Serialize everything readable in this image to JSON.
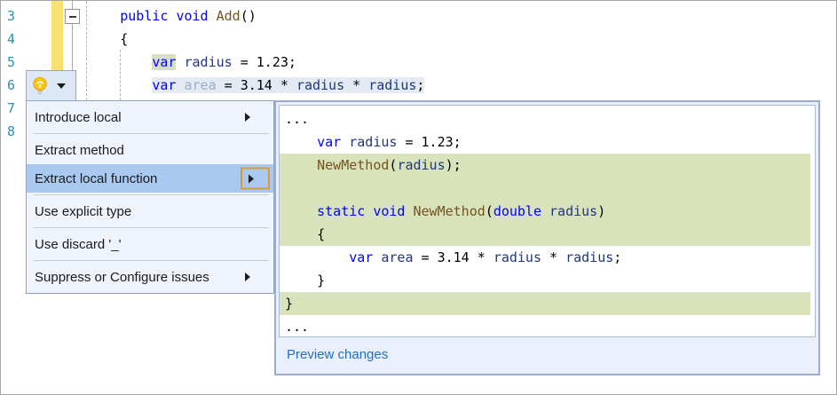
{
  "editor": {
    "line_numbers": [
      "3",
      "4",
      "5",
      "6",
      "7",
      "8"
    ],
    "lines": [
      {
        "tokens": [
          {
            "c": "ws",
            "t": "        "
          },
          {
            "c": "kw",
            "t": "public"
          },
          {
            "c": "pl",
            "t": " "
          },
          {
            "c": "kw",
            "t": "void"
          },
          {
            "c": "pl",
            "t": " "
          },
          {
            "c": "meth",
            "t": "Add"
          },
          {
            "c": "pl",
            "t": "()"
          }
        ]
      },
      {
        "tokens": [
          {
            "c": "ws",
            "t": "        "
          },
          {
            "c": "pl",
            "t": "{"
          }
        ]
      },
      {
        "tokens": [
          {
            "c": "ws",
            "t": "            "
          },
          {
            "c": "kw hl",
            "t": "var"
          },
          {
            "c": "pl",
            "t": " "
          },
          {
            "c": "loc",
            "t": "radius"
          },
          {
            "c": "pl",
            "t": " = 1.23;"
          }
        ]
      },
      {
        "tokens": [
          {
            "c": "ws",
            "t": "            "
          },
          {
            "c": "kw hl sel",
            "t": "var"
          },
          {
            "c": "pl sel",
            "t": " "
          },
          {
            "c": "fade sel",
            "t": "area"
          },
          {
            "c": "pl sel",
            "t": " = 3.14 * "
          },
          {
            "c": "loc sel",
            "t": "radius"
          },
          {
            "c": "pl sel",
            "t": " * "
          },
          {
            "c": "loc sel",
            "t": "radius"
          },
          {
            "c": "pl sel",
            "t": ";"
          }
        ]
      }
    ]
  },
  "quick_actions": {
    "bulb_tooltip_icon": "lightbulb-icon"
  },
  "menu": {
    "items": [
      {
        "id": "introduce-local",
        "label": "Introduce local",
        "submenu": true,
        "highlighted": false
      },
      {
        "id": "extract-method",
        "label": "Extract method",
        "submenu": false,
        "highlighted": false
      },
      {
        "id": "extract-local-function",
        "label": "Extract local function",
        "submenu": true,
        "highlighted": true
      },
      {
        "id": "use-explicit-type",
        "label": "Use explicit type",
        "submenu": false,
        "highlighted": false
      },
      {
        "id": "use-discard",
        "label": "Use discard '_'",
        "submenu": false,
        "highlighted": false
      },
      {
        "id": "suppress-or-configure-issues",
        "label": "Suppress or Configure issues",
        "submenu": true,
        "highlighted": false
      }
    ]
  },
  "popup": {
    "preview_changes_label": "Preview changes",
    "lines": [
      {
        "cls": "",
        "tokens": [
          {
            "c": "pl",
            "t": "..."
          }
        ]
      },
      {
        "cls": "",
        "tokens": [
          {
            "c": "ws",
            "t": "    "
          },
          {
            "c": "kw",
            "t": "var"
          },
          {
            "c": "pl",
            "t": " "
          },
          {
            "c": "loc",
            "t": "radius"
          },
          {
            "c": "pl",
            "t": " = 1.23;"
          }
        ]
      },
      {
        "cls": "add",
        "tokens": [
          {
            "c": "ws",
            "t": "    "
          },
          {
            "c": "meth",
            "t": "NewMethod"
          },
          {
            "c": "pl",
            "t": "("
          },
          {
            "c": "loc",
            "t": "radius"
          },
          {
            "c": "pl",
            "t": ");"
          }
        ]
      },
      {
        "cls": "add",
        "tokens": [
          {
            "c": "ws",
            "t": " "
          }
        ]
      },
      {
        "cls": "add",
        "tokens": [
          {
            "c": "ws",
            "t": "    "
          },
          {
            "c": "kw",
            "t": "static"
          },
          {
            "c": "pl",
            "t": " "
          },
          {
            "c": "kw",
            "t": "void"
          },
          {
            "c": "pl",
            "t": " "
          },
          {
            "c": "meth",
            "t": "NewMethod"
          },
          {
            "c": "pl",
            "t": "("
          },
          {
            "c": "kw",
            "t": "double"
          },
          {
            "c": "pl",
            "t": " "
          },
          {
            "c": "loc",
            "t": "radius"
          },
          {
            "c": "pl",
            "t": ")"
          }
        ]
      },
      {
        "cls": "add",
        "tokens": [
          {
            "c": "ws",
            "t": "    "
          },
          {
            "c": "pl",
            "t": "{"
          }
        ]
      },
      {
        "cls": "",
        "tokens": [
          {
            "c": "ws",
            "t": "        "
          },
          {
            "c": "kw",
            "t": "var"
          },
          {
            "c": "pl",
            "t": " "
          },
          {
            "c": "loc",
            "t": "area"
          },
          {
            "c": "pl",
            "t": " = 3.14 * "
          },
          {
            "c": "loc",
            "t": "radius"
          },
          {
            "c": "pl",
            "t": " * "
          },
          {
            "c": "loc",
            "t": "radius"
          },
          {
            "c": "pl",
            "t": ";"
          }
        ]
      },
      {
        "cls": "",
        "tokens": [
          {
            "c": "ws",
            "t": "    "
          },
          {
            "c": "pl",
            "t": "}"
          }
        ]
      },
      {
        "cls": "add",
        "tokens": [
          {
            "c": "pl",
            "t": "}"
          }
        ]
      },
      {
        "cls": "",
        "tokens": [
          {
            "c": "pl",
            "t": "..."
          }
        ]
      }
    ]
  },
  "colors": {
    "keyword": "#0000ff",
    "method_name": "#74531f",
    "local_variable": "#1f377f",
    "faded_unused_variable": "#9bacc7",
    "line_number": "#2b91af",
    "change_bar": "#f9e170",
    "reference_highlight": "#d8ddc5",
    "selected_line_background": "#e3eaf3",
    "added_line_background": "#d8e3bb",
    "menu_highlight": "#aac9f1",
    "submenu_focus_border": "#d59b3d",
    "popup_border": "#9dadd1",
    "popup_footer_background": "#e9effb",
    "link": "#1d70c4"
  }
}
